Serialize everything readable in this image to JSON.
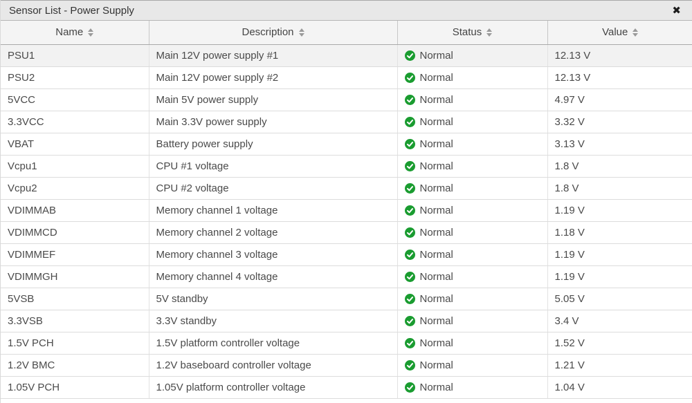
{
  "dialog": {
    "title": "Sensor List - Power Supply",
    "close_icon": "✖"
  },
  "colors": {
    "status-ok": "#1a9c30",
    "titlebar-bg": "#e8e8e8",
    "header-bg": "#f4f4f4",
    "row-highlight": "#f2f2f2"
  },
  "table": {
    "columns": [
      {
        "label": "Name",
        "sortable": true
      },
      {
        "label": "Description",
        "sortable": true
      },
      {
        "label": "Status",
        "sortable": true
      },
      {
        "label": "Value",
        "sortable": true
      }
    ],
    "status_ok_icon": "check-circle",
    "rows": [
      {
        "name": "PSU1",
        "description": "Main 12V power supply #1",
        "status": "Normal",
        "value": "12.13 V",
        "highlighted": true
      },
      {
        "name": "PSU2",
        "description": "Main 12V power supply #2",
        "status": "Normal",
        "value": "12.13 V"
      },
      {
        "name": "5VCC",
        "description": "Main 5V power supply",
        "status": "Normal",
        "value": "4.97 V"
      },
      {
        "name": "3.3VCC",
        "description": "Main 3.3V power supply",
        "status": "Normal",
        "value": "3.32 V"
      },
      {
        "name": "VBAT",
        "description": "Battery power supply",
        "status": "Normal",
        "value": "3.13 V"
      },
      {
        "name": "Vcpu1",
        "description": "CPU #1 voltage",
        "status": "Normal",
        "value": "1.8 V"
      },
      {
        "name": "Vcpu2",
        "description": "CPU #2 voltage",
        "status": "Normal",
        "value": "1.8 V"
      },
      {
        "name": "VDIMMAB",
        "description": "Memory channel 1 voltage",
        "status": "Normal",
        "value": "1.19 V"
      },
      {
        "name": "VDIMMCD",
        "description": "Memory channel 2 voltage",
        "status": "Normal",
        "value": "1.18 V"
      },
      {
        "name": "VDIMMEF",
        "description": "Memory channel 3 voltage",
        "status": "Normal",
        "value": "1.19 V"
      },
      {
        "name": "VDIMMGH",
        "description": "Memory channel 4 voltage",
        "status": "Normal",
        "value": "1.19 V"
      },
      {
        "name": "5VSB",
        "description": "5V standby",
        "status": "Normal",
        "value": "5.05 V"
      },
      {
        "name": "3.3VSB",
        "description": "3.3V standby",
        "status": "Normal",
        "value": "3.4 V"
      },
      {
        "name": "1.5V PCH",
        "description": "1.5V platform controller voltage",
        "status": "Normal",
        "value": "1.52 V"
      },
      {
        "name": "1.2V BMC",
        "description": "1.2V baseboard controller voltage",
        "status": "Normal",
        "value": "1.21 V"
      },
      {
        "name": "1.05V PCH",
        "description": "1.05V platform controller voltage",
        "status": "Normal",
        "value": "1.04 V"
      }
    ]
  }
}
